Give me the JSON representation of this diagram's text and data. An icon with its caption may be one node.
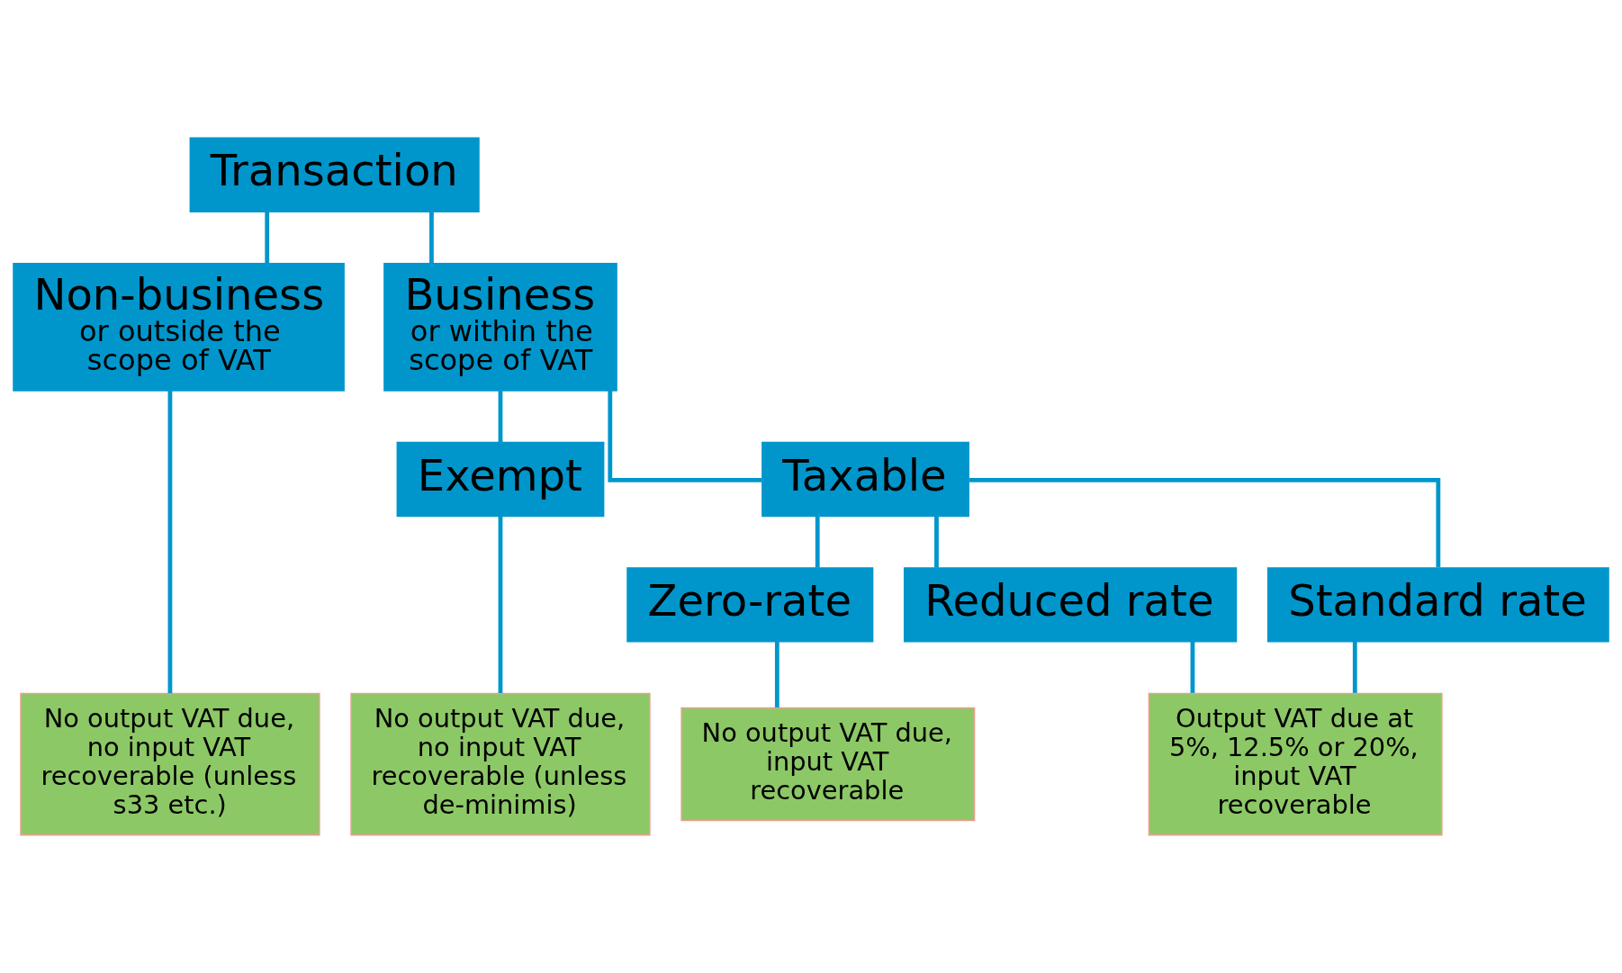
{
  "diagram": {
    "nodes": [
      {
        "text": [
          "Transaction"
        ]
      },
      {
        "text": [
          "Non-business",
          "or outside the scope of VAT"
        ]
      },
      {
        "text": [
          "Business",
          "or within the scope of VAT"
        ]
      },
      {
        "text": [
          "Exempt"
        ]
      },
      {
        "text": [
          "Taxable"
        ]
      },
      {
        "text": [
          "Zero-rate"
        ]
      },
      {
        "text": [
          "Reduced rate"
        ]
      },
      {
        "text": [
          "Standard rate"
        ]
      },
      {
        "text": [
          "No output VAT due, no input VAT recoverable (unless s33 etc.)"
        ]
      },
      {
        "text": [
          "No output VAT due, no input VAT recoverable (unless de-minimis)"
        ]
      },
      {
        "text": [
          "No output VAT due, input VAT recoverable"
        ]
      },
      {
        "text": [
          "Output VAT due at 5%, 12.5% or 20%, input VAT recoverable"
        ]
      }
    ],
    "edges": [
      {
        "from": 0,
        "to": 1,
        "arrow": "none"
      },
      {
        "from": 0,
        "to": 2,
        "arrow": "none"
      },
      {
        "from": 2,
        "to": 3,
        "arrow": "none"
      },
      {
        "from": 2,
        "to": 4,
        "arrow": "none"
      },
      {
        "from": 4,
        "to": 5,
        "arrow": "none"
      },
      {
        "from": 4,
        "to": 6,
        "arrow": "none"
      },
      {
        "from": 4,
        "to": 7,
        "arrow": "none"
      },
      {
        "from": 1,
        "to": 8,
        "arrow": "none"
      },
      {
        "from": 3,
        "to": 9,
        "arrow": "none"
      },
      {
        "from": 5,
        "to": 10,
        "arrow": "none"
      },
      {
        "from": 6,
        "to": 11,
        "arrow": "none"
      },
      {
        "from": 7,
        "to": 11,
        "arrow": "none"
      }
    ]
  }
}
